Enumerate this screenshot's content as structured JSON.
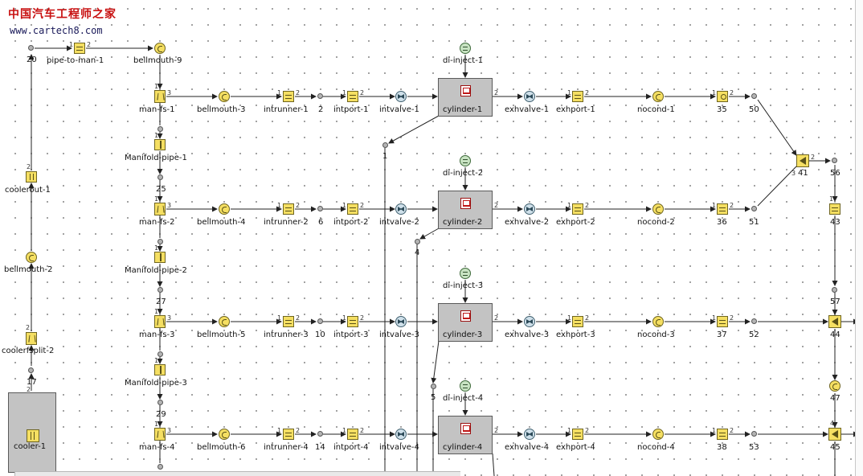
{
  "watermark": {
    "site_name": "中国汽车工程师之家",
    "url": "www.cartech8.com"
  },
  "left_column": {
    "node_top": "20",
    "pipe_to_man": "pipe-to-man-1",
    "bellmouth_9": "bellmouth-9",
    "cooler_out": "coolerout-1",
    "bellmouth_2": "bellmouth-2",
    "cooler_split": "coolerfsplit-2",
    "node_17": "17",
    "cooler": "cooler-1"
  },
  "rows": [
    {
      "man": "man-fs-1",
      "bell": "bellmouth-3",
      "runner": "intrunner-1",
      "node_a": "2",
      "port": "intport-1",
      "ivalve": "intvalve-1",
      "inject": "di-inject-1",
      "cyl": "cylinder-1",
      "evalve": "exhvalve-1",
      "eport": "exhport-1",
      "nocond": "nocond-1",
      "pipe": "35",
      "node_b": "50"
    },
    {
      "man": "man-fs-2",
      "bell": "bellmouth-4",
      "runner": "intrunner-2",
      "node_a": "6",
      "port": "intport-2",
      "ivalve": "intvalve-2",
      "inject": "di-inject-2",
      "cyl": "cylinder-2",
      "evalve": "exhvalve-2",
      "eport": "exhport-2",
      "nocond": "nocond-2",
      "pipe": "36",
      "node_b": "51"
    },
    {
      "man": "man-fs-3",
      "bell": "bellmouth-5",
      "runner": "intrunner-3",
      "node_a": "10",
      "port": "intport-3",
      "ivalve": "intvalve-3",
      "inject": "di-inject-3",
      "cyl": "cylinder-3",
      "evalve": "exhvalve-3",
      "eport": "exhport-3",
      "nocond": "nocond-3",
      "pipe": "37",
      "node_b": "52"
    },
    {
      "man": "man-fs-4",
      "bell": "bellmouth-6",
      "runner": "intrunner-4",
      "node_a": "14",
      "port": "intport-4",
      "ivalve": "intvalve-4",
      "inject": "di-inject-4",
      "cyl": "cylinder-4",
      "evalve": "exhvalve-4",
      "eport": "exhport-4",
      "nocond": "nocond-4",
      "pipe": "38",
      "node_b": "53"
    }
  ],
  "manifold_pipes": [
    "Manifold-pipe-1",
    "Manifold-pipe-2",
    "Manifold-pipe-3"
  ],
  "manifold_nodes": [
    "25",
    "27",
    "29"
  ],
  "intake_nodes": [
    "1",
    "4",
    "5"
  ],
  "exhaust": {
    "merge": "41",
    "node_56": "56",
    "pipe_43": "43",
    "node_57": "57",
    "split_44": "44",
    "bell_47": "47",
    "split_45": "45"
  },
  "port_numbers": {
    "one": "1",
    "two": "2",
    "three": "3",
    "four": "4"
  }
}
